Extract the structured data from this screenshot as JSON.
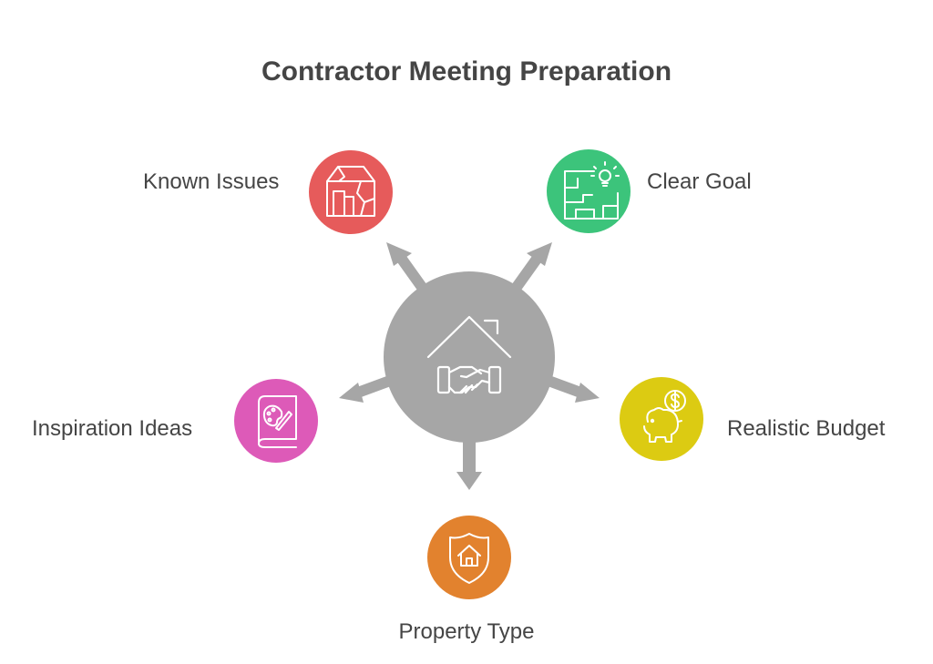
{
  "title": "Contractor Meeting Preparation",
  "center": {
    "icon": "house-handshake-icon",
    "color": "#a6a6a6"
  },
  "nodes": [
    {
      "id": "known-issues",
      "label": "Known Issues",
      "icon": "cracked-house-icon",
      "color": "#e65b5b"
    },
    {
      "id": "clear-goal",
      "label": "Clear Goal",
      "icon": "floorplan-lightbulb-icon",
      "color": "#3cc47b"
    },
    {
      "id": "inspiration-ideas",
      "label": "Inspiration Ideas",
      "icon": "paint-palette-book-icon",
      "color": "#dd5ab8"
    },
    {
      "id": "realistic-budget",
      "label": "Realistic Budget",
      "icon": "piggy-bank-dollar-icon",
      "color": "#dccb12"
    },
    {
      "id": "property-type",
      "label": "Property Type",
      "icon": "house-shield-icon",
      "color": "#e2822e"
    }
  ]
}
